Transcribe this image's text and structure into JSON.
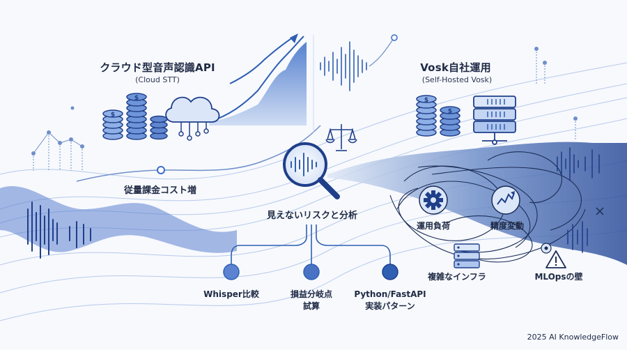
{
  "left": {
    "title": "クラウド型音声認識API",
    "subtitle": "(Cloud STT)",
    "cost_label": "従量課金コスト増"
  },
  "right": {
    "title": "Vosk自社運用",
    "subtitle": "(Self-Hosted Vosk)",
    "ops_load": "運用負荷",
    "accuracy_drift": "精度変動",
    "complex_infra": "複雑なインフラ",
    "mlops_wall": "MLOpsの壁"
  },
  "center": {
    "analysis": "見えないリスクと分析"
  },
  "branches": [
    {
      "line1": "Whisper比較",
      "line2": ""
    },
    {
      "line1": "損益分岐点",
      "line2": "試算"
    },
    {
      "line1": "Python/FastAPI",
      "line2": "実装パターン"
    }
  ],
  "footer": "2025 AI KnowledgeFlow",
  "colors": {
    "primary": "#2f5fb3",
    "dark": "#1f3f8a",
    "light": "#c9d8f2",
    "text": "#1f2a44"
  },
  "icons": [
    "coin-stack-icon",
    "cloud-icon",
    "magnifier-icon",
    "scale-icon",
    "server-icon",
    "gear-icon",
    "chart-icon",
    "warning-icon"
  ]
}
